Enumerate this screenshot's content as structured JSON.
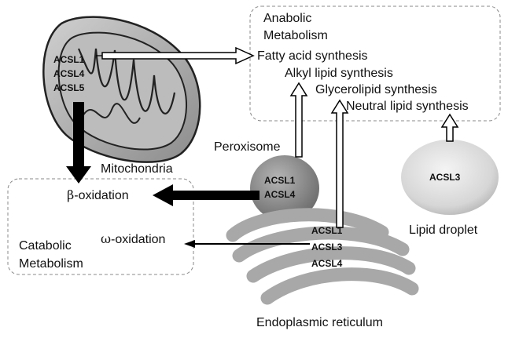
{
  "anabolic": {
    "title_line1": "Anabolic",
    "title_line2": "Metabolism",
    "items": [
      "Fatty acid synthesis",
      "Alkyl lipid synthesis",
      "Glycerolipid synthesis",
      "Neutral lipid synthesis"
    ]
  },
  "catabolic": {
    "title_line1": "Catabolic",
    "title_line2": "Metabolism",
    "beta_symbol": "β",
    "beta_text": "-oxidation",
    "omega_symbol": "ω",
    "omega_text": "-oxidation"
  },
  "mitochondria": {
    "label": "Mitochondria",
    "enzymes": [
      "ACSL1",
      "ACSL4",
      "ACSL5"
    ]
  },
  "peroxisome": {
    "label": "Peroxisome",
    "enzymes": [
      "ACSL1",
      "ACSL4"
    ]
  },
  "er": {
    "label": "Endoplasmic reticulum",
    "enzymes": [
      "ACSL1",
      "ACSL3",
      "ACSL4"
    ]
  },
  "lipid_droplet": {
    "label": "Lipid droplet",
    "enzymes": [
      "ACSL3"
    ]
  },
  "colors": {
    "box_border": "#8a8a8a",
    "organelle_gray": "#a8a8a8",
    "peroxisome_fill": "#7d7d7d",
    "droplet_fill": "#d9d9d9",
    "arrow_black": "#000000"
  }
}
